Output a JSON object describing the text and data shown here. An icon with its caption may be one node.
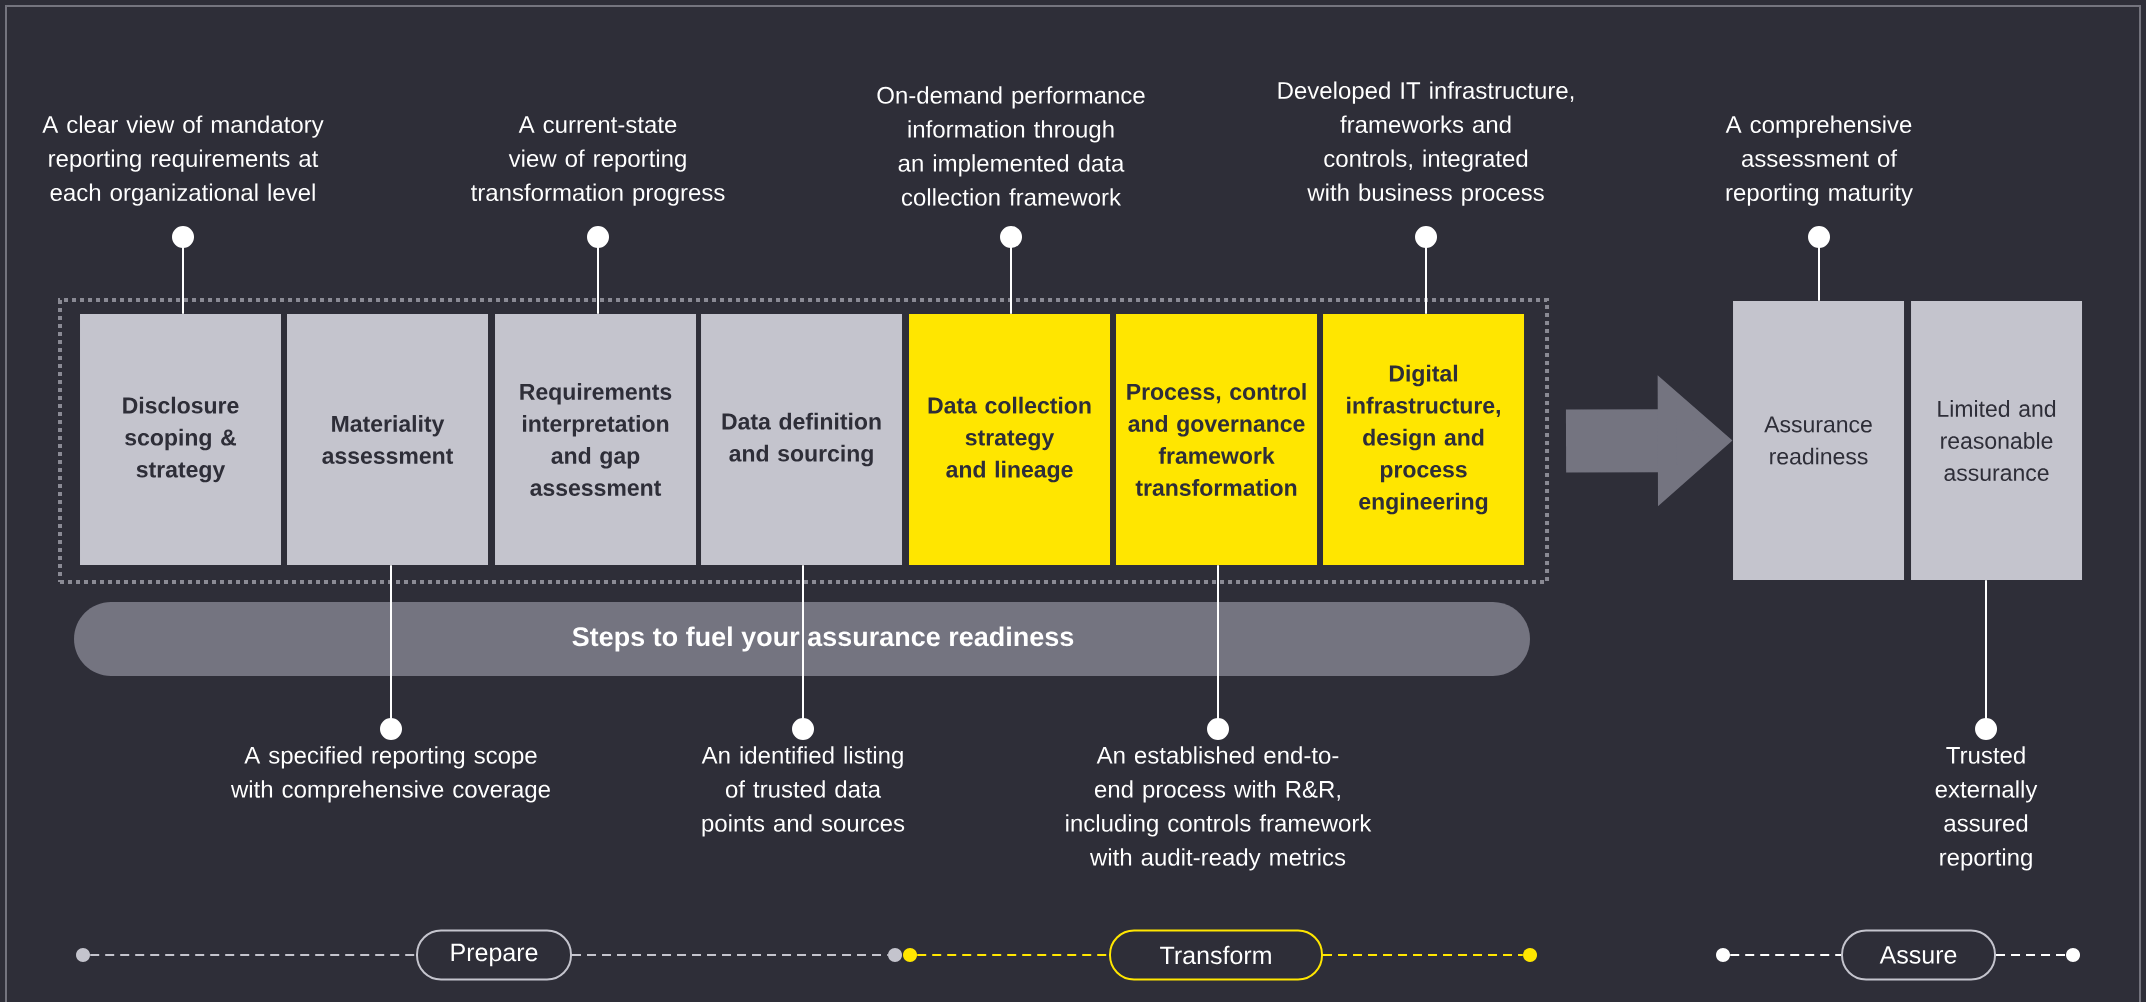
{
  "diagram": {
    "nodes": [
      {
        "text": [],
        "shape": "box"
      },
      {
        "text": [
          "Disclosure scoping & strategy"
        ],
        "in": 0
      },
      {
        "text": [
          "Materiality assessment"
        ],
        "in": 0
      },
      {
        "text": [
          "Requirements interpretation and gap assessment"
        ],
        "in": 0
      },
      {
        "text": [
          "Data definition and sourcing"
        ],
        "in": 0
      },
      {
        "text": [
          "Data collection strategy and lineage"
        ],
        "in": 0
      },
      {
        "text": [
          "Process, control and governance framework transformation"
        ],
        "in": 0
      },
      {
        "text": [
          "Digital infrastructure, design and process engineering"
        ],
        "in": 0
      },
      {
        "text": [
          "Assurance readiness"
        ]
      },
      {
        "text": [
          "Limited and reasonable assurance"
        ]
      },
      {
        "text": [
          "Steps to fuel your assurance readiness"
        ]
      },
      {
        "text": [
          "A clear view of mandatory reporting requirements at each organizational level"
        ]
      },
      {
        "text": [
          "A current-state view of reporting transformation progress"
        ]
      },
      {
        "text": [
          "On-demand performance information through an implemented data collection framework"
        ]
      },
      {
        "text": [
          "Developed IT infrastructure, frameworks and controls, integrated with business process"
        ]
      },
      {
        "text": [
          "A comprehensive assessment of reporting maturity"
        ]
      },
      {
        "text": [
          "A specified reporting scope with comprehensive coverage"
        ]
      },
      {
        "text": [
          "An identified listing of trusted data points and sources"
        ]
      },
      {
        "text": [
          "An established end-to-end process with R&R, including controls framework with audit-ready metrics"
        ]
      },
      {
        "text": [
          "Trusted externally assured reporting"
        ]
      },
      {
        "text": [
          "Prepare"
        ]
      },
      {
        "text": [
          "Transform"
        ]
      },
      {
        "text": [
          "Assure"
        ]
      },
      {
        "text": [],
        "shape": "circle"
      },
      {
        "text": [],
        "shape": "circle"
      },
      {
        "text": [],
        "shape": "circle"
      },
      {
        "text": [],
        "shape": "circle"
      },
      {
        "text": [],
        "shape": "circle"
      },
      {
        "text": [],
        "shape": "circle"
      }
    ],
    "edges": [
      {
        "from": 11,
        "to": 1,
        "arrow": "other"
      },
      {
        "from": 12,
        "to": 3,
        "arrow": "other"
      },
      {
        "from": 13,
        "to": 5,
        "arrow": "other"
      },
      {
        "from": 14,
        "to": 7,
        "arrow": "other"
      },
      {
        "from": 15,
        "to": 8,
        "arrow": "other"
      },
      {
        "from": 16,
        "to": 2,
        "arrow": "other"
      },
      {
        "from": 17,
        "to": 4,
        "arrow": "other"
      },
      {
        "from": 18,
        "to": 6,
        "arrow": "other"
      },
      {
        "from": 19,
        "to": 9,
        "arrow": "other"
      },
      {
        "from": 0,
        "to": 8,
        "arrow": "to",
        "style": "thick",
        "color": "#747480"
      },
      {
        "from": 23,
        "to": 20,
        "arrow": "none",
        "style": "dashed",
        "color": "#c4c4cd"
      },
      {
        "from": 20,
        "to": 24,
        "arrow": "none",
        "style": "dashed",
        "color": "#c4c4cd"
      },
      {
        "from": 25,
        "to": 21,
        "arrow": "none",
        "style": "dashed",
        "color": "#ffe600"
      },
      {
        "from": 21,
        "to": 26,
        "arrow": "none",
        "style": "dashed",
        "color": "#ffe600"
      },
      {
        "from": 27,
        "to": 22,
        "arrow": "none",
        "style": "dashed"
      },
      {
        "from": 22,
        "to": 28,
        "arrow": "none",
        "style": "dashed"
      }
    ]
  }
}
